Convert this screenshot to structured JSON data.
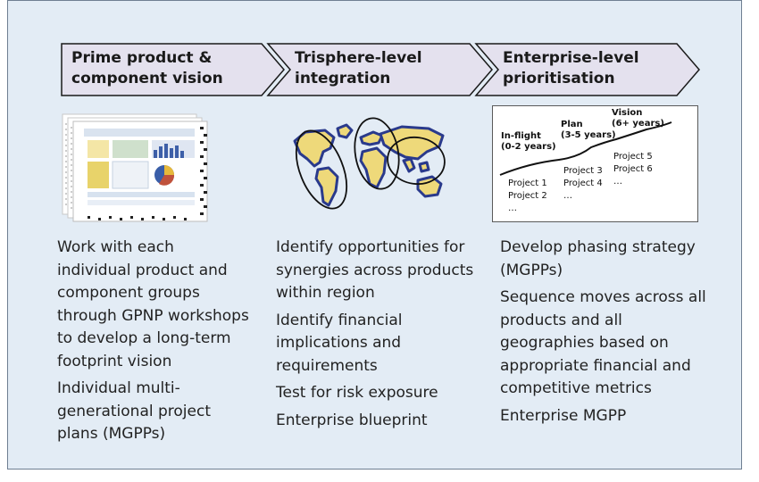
{
  "stages": [
    {
      "title": "Prime product &\ncomponent vision",
      "items": [
        "Work with each individual product and component groups through GPNP workshops to develop a long-term footprint vision",
        "Individual multi-generational project plans (MGPPs)"
      ]
    },
    {
      "title": "Trisphere-level\nintegration",
      "items": [
        "Identify opportunities for synergies across products within region",
        "Identify financial implications and requirements",
        "Test for risk exposure",
        "Enterprise blueprint"
      ]
    },
    {
      "title": "Enterprise-level\nprioritisation",
      "items": [
        "Develop phasing strategy (MGPPs)",
        "Sequence moves across all products and all geographies based on appropriate financial and competitive metrics",
        "Enterprise MGPP"
      ]
    }
  ],
  "roadmap": {
    "phases": [
      {
        "label": "In-flight\n(0-2 years)",
        "projects": [
          "Project 1",
          "Project 2",
          "…"
        ]
      },
      {
        "label": "Plan\n(3-5 years)",
        "projects": [
          "Project 3",
          "Project 4",
          "…"
        ]
      },
      {
        "label": "Vision\n(6+ years)",
        "projects": [
          "Project 5",
          "Project 6",
          "…"
        ]
      }
    ]
  },
  "colors": {
    "background": "#e3ecf5",
    "chevron_fill": "#e4e1ee",
    "chevron_stroke": "#1a1a1a",
    "map_land": "#eed97a",
    "map_outline": "#2a3a8c"
  }
}
